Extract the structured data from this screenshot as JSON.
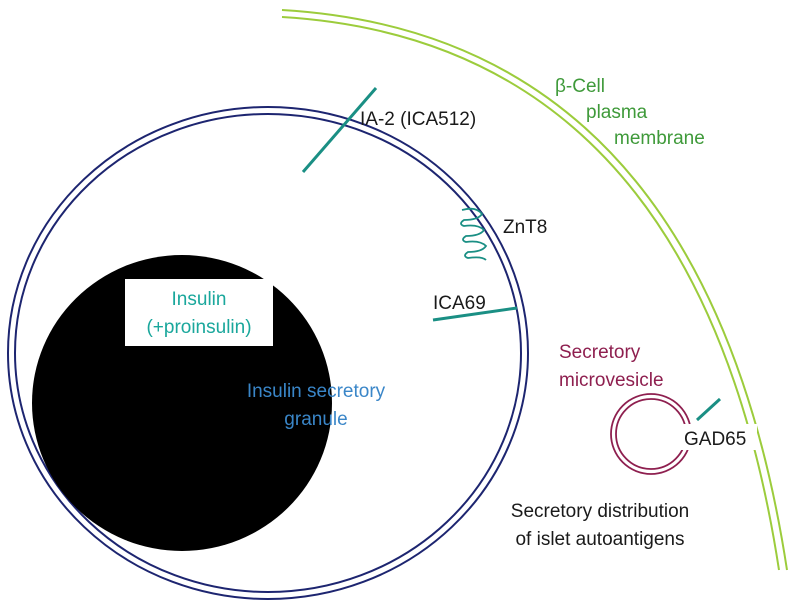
{
  "labels": {
    "ia2": "IA-2 (ICA512)",
    "znt8": "ZnT8",
    "ica69": "ICA69",
    "beta_cell_line1": "β-Cell",
    "beta_cell_line2": "plasma",
    "beta_cell_line3": "membrane",
    "insulin_line1": "Insulin",
    "insulin_line2": "(+proinsulin)",
    "granule_line1": "Insulin secretory",
    "granule_line2": "granule",
    "microvesicle_line1": "Secretory",
    "microvesicle_line2": "microvesicle",
    "gad65": "GAD65",
    "caption_line1": "Secretory distribution",
    "caption_line2": "of islet autoantigens"
  },
  "colors": {
    "granule_membrane": "#1d2570",
    "core": "#000000",
    "plasma_membrane": "#9ccc3c",
    "antigen": "#1a8f84",
    "microvesicle": "#8e1f4f",
    "teal_text": "#1aa79c",
    "blue_text": "#3a86c8",
    "green_text": "#3f9a3a",
    "maroon_text": "#8e1f4f"
  }
}
